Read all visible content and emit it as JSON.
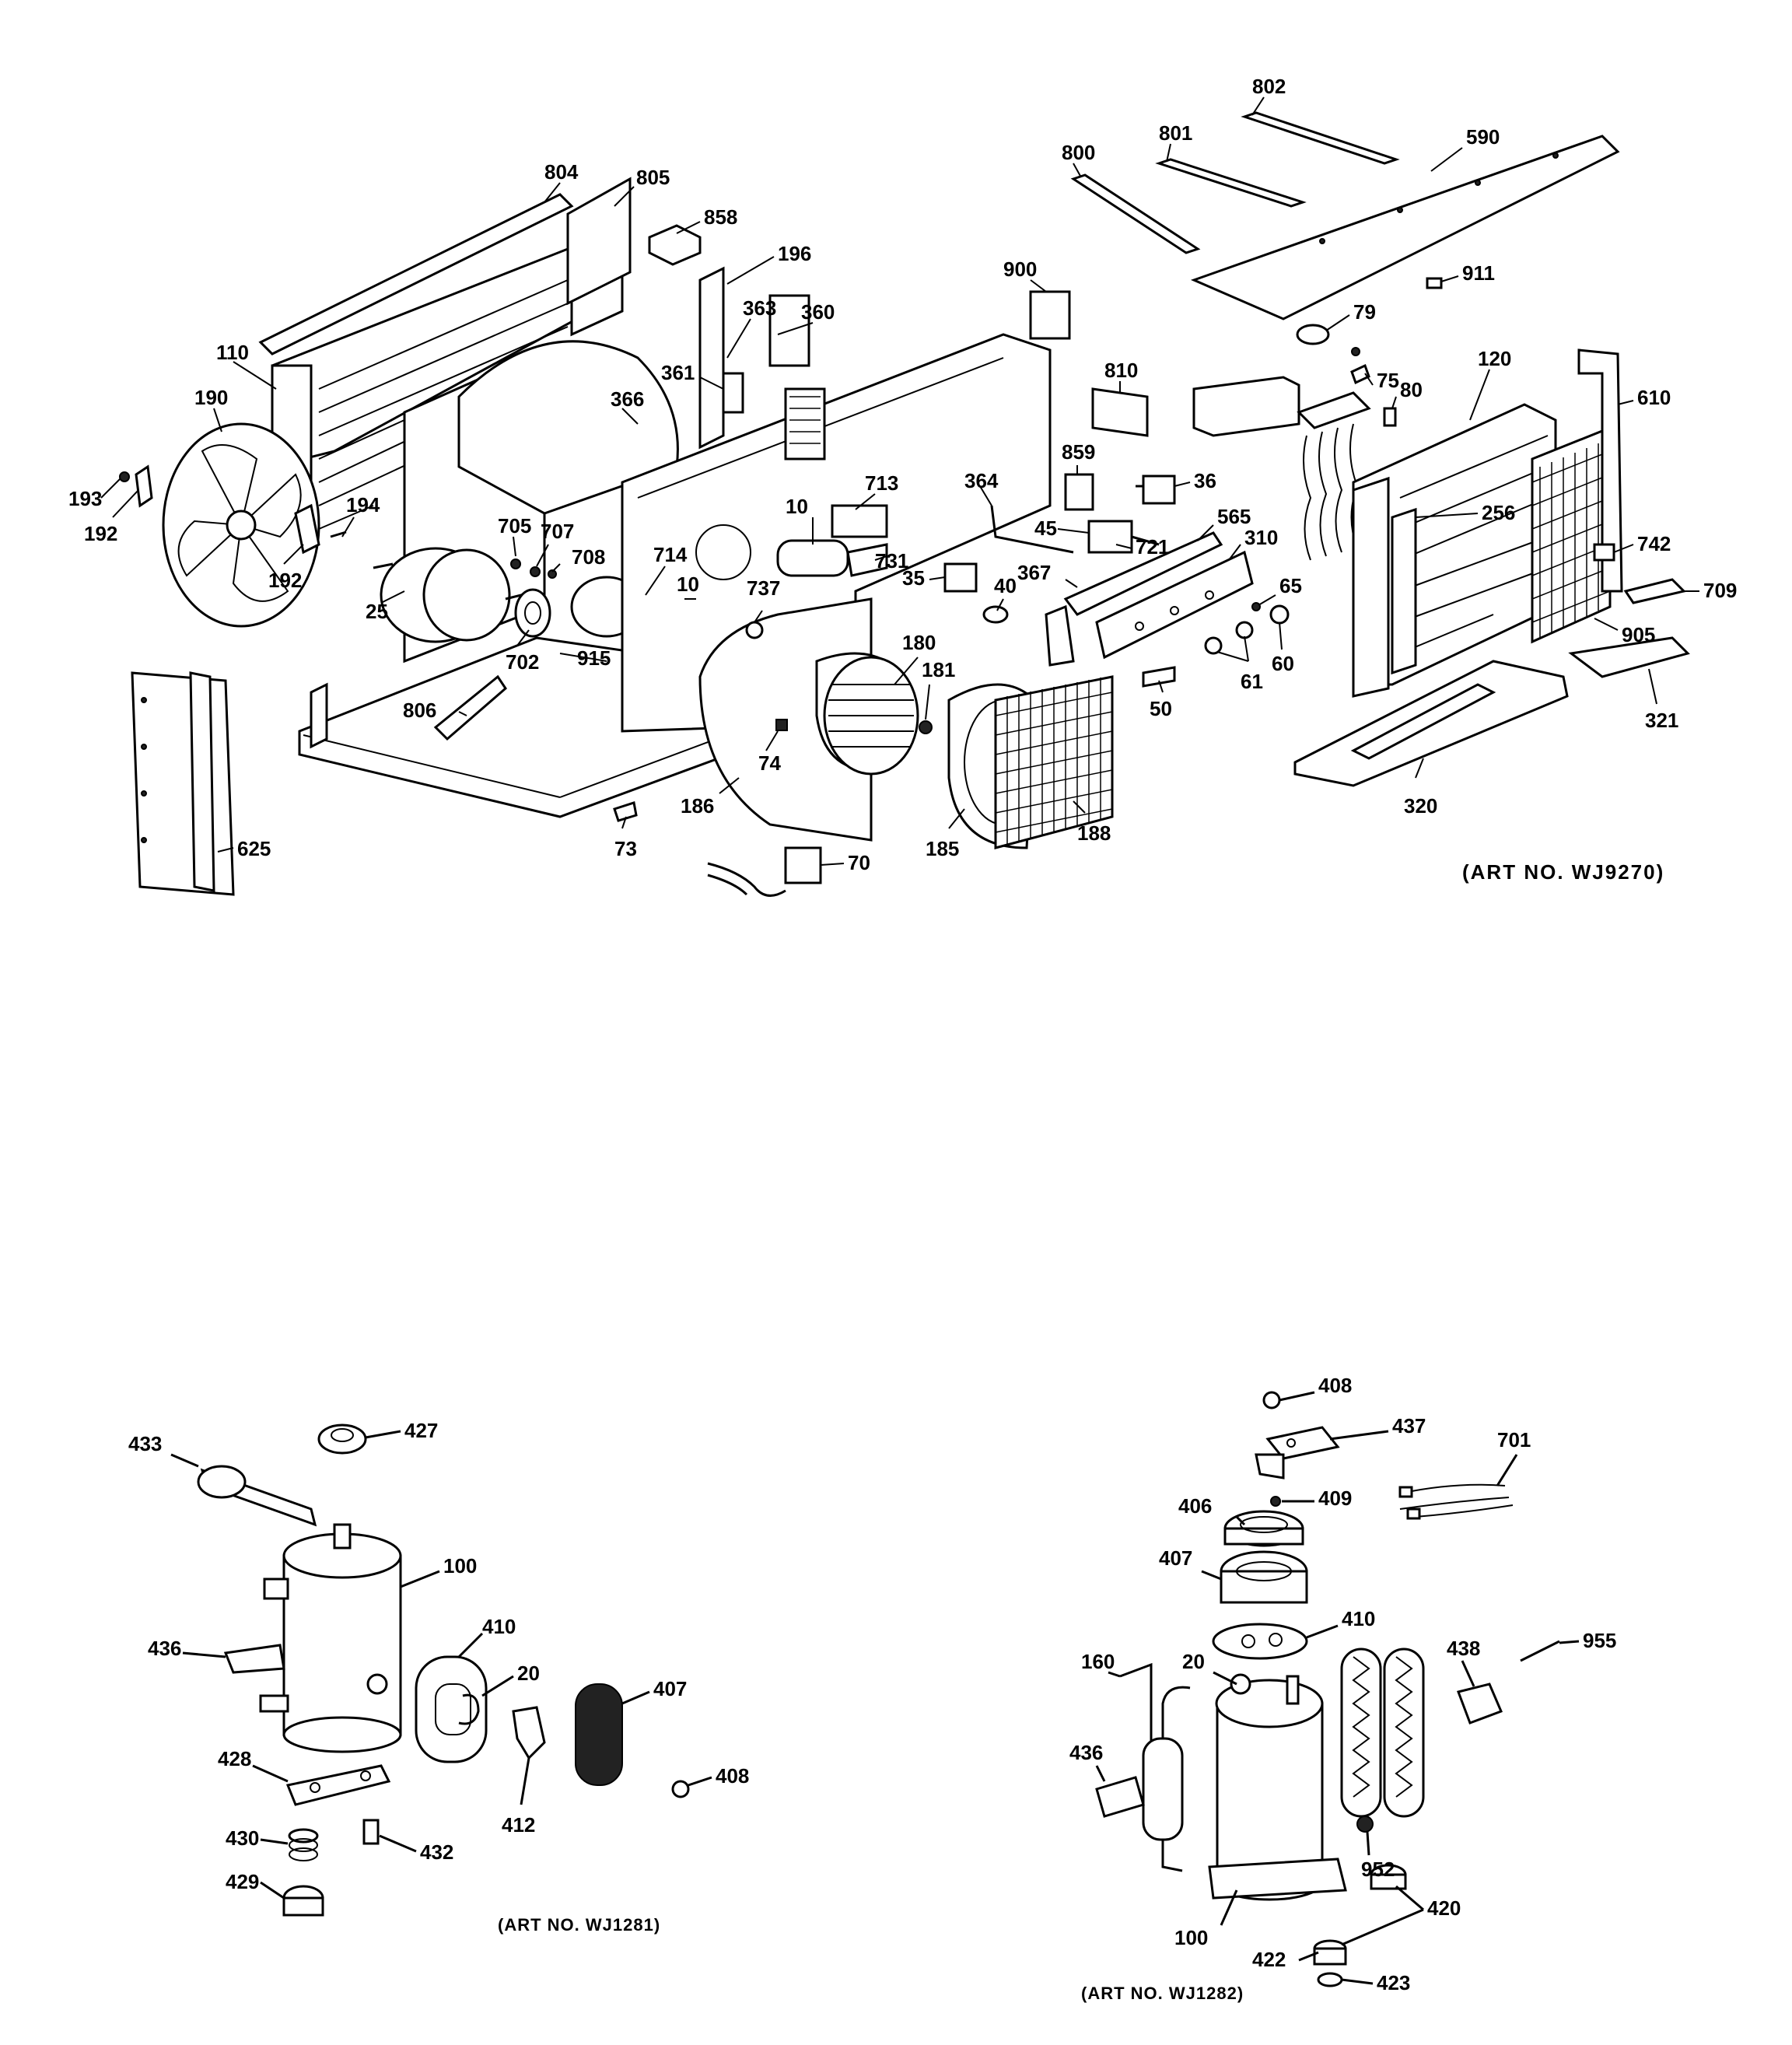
{
  "diagrams": [
    {
      "art_no": "(ART NO. WJ9270)",
      "callouts": [
        "804",
        "805",
        "858",
        "196",
        "363",
        "360",
        "361",
        "366",
        "110",
        "190",
        "193",
        "192",
        "194",
        "192",
        "705",
        "707",
        "708",
        "25",
        "702",
        "714",
        "10",
        "10",
        "713",
        "731",
        "737",
        "915",
        "806",
        "73",
        "180",
        "181",
        "74",
        "186",
        "185",
        "188",
        "70",
        "900",
        "810",
        "859",
        "36",
        "364",
        "45",
        "721",
        "35",
        "40",
        "367",
        "565",
        "310",
        "65",
        "60",
        "61",
        "50",
        "800",
        "801",
        "802",
        "590",
        "911",
        "79",
        "75",
        "80",
        "120",
        "256",
        "610",
        "742",
        "709",
        "905",
        "321",
        "320",
        "625"
      ]
    },
    {
      "art_no": "(ART NO. WJ1281)",
      "callouts": [
        "427",
        "433",
        "100",
        "436",
        "410",
        "20",
        "407",
        "408",
        "412",
        "428",
        "430",
        "432",
        "429"
      ]
    },
    {
      "art_no": "(ART NO. WJ1282)",
      "callouts": [
        "408",
        "437",
        "701",
        "406",
        "409",
        "407",
        "410",
        "20",
        "160",
        "438",
        "955",
        "436",
        "952",
        "420",
        "100",
        "422",
        "423"
      ]
    }
  ]
}
